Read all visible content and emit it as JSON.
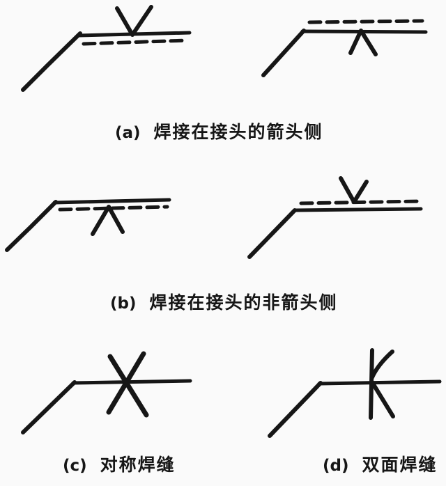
{
  "page": {
    "background": "#fafafa",
    "ink": "#161616"
  },
  "figure": {
    "panels": [
      {
        "position": "top-left",
        "group": "a",
        "reference_line": "solid-top-dashed-bottom",
        "symbol": "v-groove-symbol-above-line"
      },
      {
        "position": "top-right",
        "group": "a",
        "reference_line": "dashed-top-solid-bottom",
        "symbol": "v-groove-symbol-below-line"
      },
      {
        "position": "middle-left",
        "group": "b",
        "reference_line": "solid-top-dashed-bottom",
        "symbol": "v-groove-symbol-below-line"
      },
      {
        "position": "middle-right",
        "group": "b",
        "reference_line": "dashed-top-solid-bottom",
        "symbol": "v-groove-symbol-above-line"
      },
      {
        "position": "bottom-left",
        "group": "c",
        "reference_line": "solid",
        "symbol": "double-v-x-symbol-through-line"
      },
      {
        "position": "bottom-right",
        "group": "d",
        "reference_line": "solid",
        "symbol": "double-bevel-k-symbol-through-line"
      }
    ],
    "captions": [
      {
        "label": "(a)",
        "text": "焊接在接头的箭头侧"
      },
      {
        "label": "(b)",
        "text": "焊接在接头的非箭头侧"
      },
      {
        "label": "(c)",
        "text": "对称焊缝"
      },
      {
        "label": "(d)",
        "text": "双面焊缝"
      }
    ]
  }
}
